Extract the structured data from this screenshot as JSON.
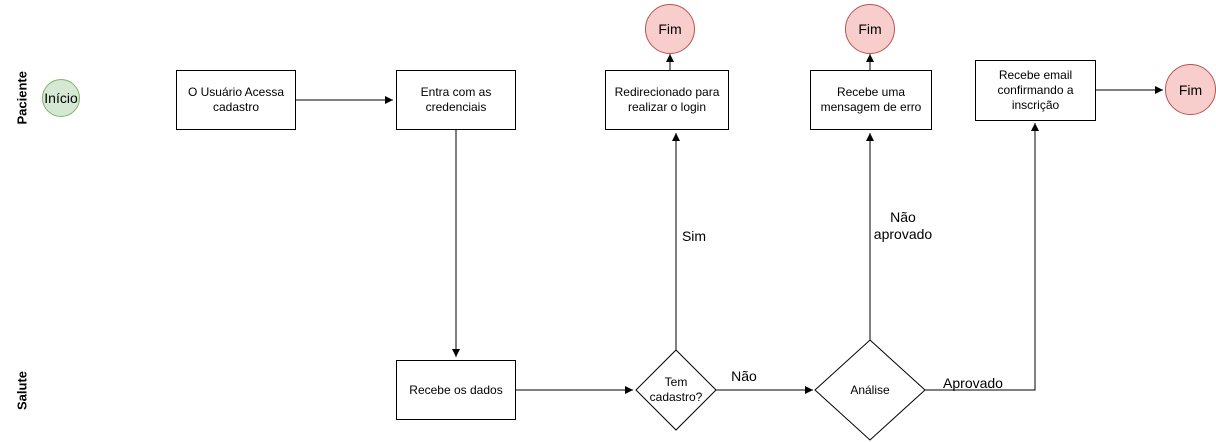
{
  "lanes": {
    "patient": "Paciente",
    "system": "Salute"
  },
  "nodes": {
    "start": "Início",
    "access_signup": "O Usuário Acessa cadastro",
    "enter_credentials": "Entra com as credenciais",
    "receive_data": "Recebe os dados",
    "has_account": "Tem cadastro?",
    "redirect_login": "Redirecionado para realizar o login",
    "analysis": "Análise",
    "error_message": "Recebe uma mensagem de erro",
    "confirm_email": "Recebe email confirmando a inscrição",
    "end_1": "Fim",
    "end_2": "Fim",
    "end_3": "Fim"
  },
  "edge_labels": {
    "yes": "Sim",
    "no": "Não",
    "not_approved": "Não aprovado",
    "approved": "Aprovado"
  },
  "colors": {
    "start_fill": "#d5e8d4",
    "start_stroke": "#82b366",
    "end_fill": "#f8cecc",
    "end_stroke": "#b85450"
  }
}
